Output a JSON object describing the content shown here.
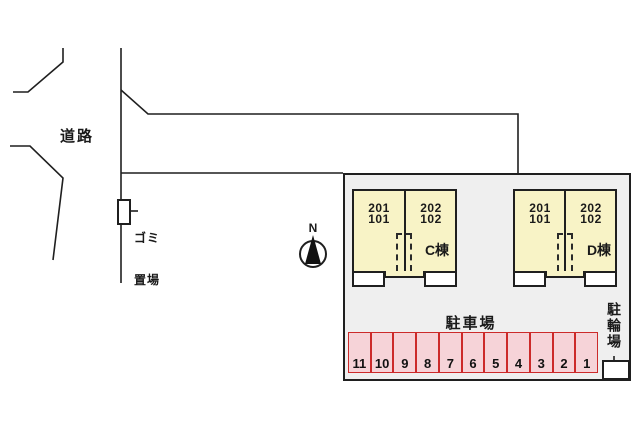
{
  "colors": {
    "site_fill": "#efefef",
    "building_fill": "#f8f3c6",
    "parking_fill": "#f6d3d8",
    "parking_border": "#cc2a2a",
    "line": "#1f1f1f"
  },
  "road": {
    "label": "道路"
  },
  "trash": {
    "line1": "ゴミ",
    "line2": "置場"
  },
  "compass": {
    "label": "N"
  },
  "buildings": [
    {
      "id": "C",
      "name": "C棟",
      "units_left": {
        "upper": "201",
        "lower": "101"
      },
      "units_right": {
        "upper": "202",
        "lower": "102"
      }
    },
    {
      "id": "D",
      "name": "D棟",
      "units_left": {
        "upper": "201",
        "lower": "101"
      },
      "units_right": {
        "upper": "202",
        "lower": "102"
      }
    }
  ],
  "parking": {
    "label": "駐車場",
    "spaces": [
      "11",
      "10",
      "9",
      "8",
      "7",
      "6",
      "5",
      "4",
      "3",
      "2",
      "1"
    ]
  },
  "bicycle": {
    "label": "駐輪場"
  }
}
